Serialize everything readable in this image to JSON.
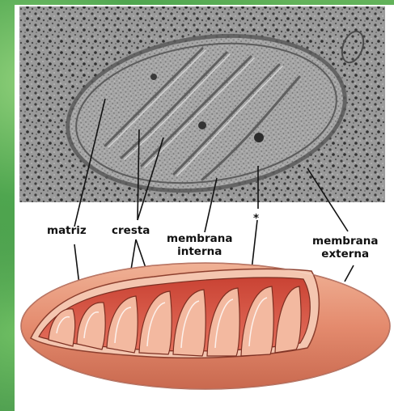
{
  "labels": {
    "matriz": "matriz",
    "cresta": "cresta",
    "membrana_interna_line1": "membrana",
    "membrana_interna_line2": "interna",
    "asterisk": "*",
    "membrana_externa_line1": "membrana",
    "membrana_externa_line2": "externa"
  },
  "colors": {
    "background_green": "#3f8a4a",
    "micrograph_gray": "#8a8a8a",
    "outer_membrane": "#e0876a",
    "inner_cut_face": "#d9584a",
    "cristae_light": "#f3b9a0",
    "label_text": "#111111"
  }
}
